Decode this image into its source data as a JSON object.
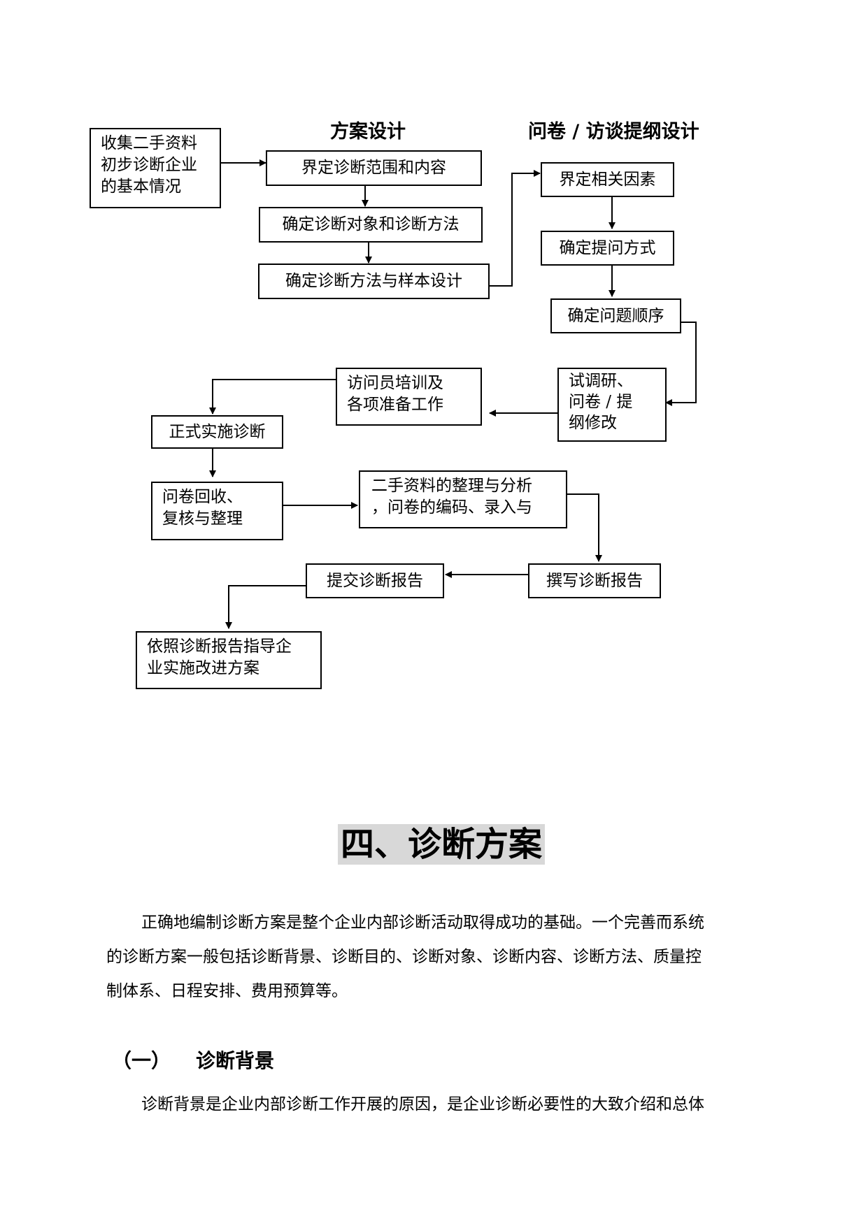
{
  "flowchart": {
    "column_titles": {
      "plan_design": "方案设计",
      "questionnaire_design": "问卷 / 访谈提纲设计"
    },
    "steps": {
      "collect": [
        "收集二手资料",
        "初步诊断企业",
        "的基本情况"
      ],
      "define_scope": "界定诊断范围和内容",
      "define_targets": "确定诊断对象和诊断方法",
      "define_methods": "确定诊断方法与样本设计",
      "define_factors": "界定相关因素",
      "question_style": "确定提问方式",
      "question_order": "确定问题顺序",
      "pilot": [
        "试调研、",
        "问卷 / 提",
        "纲修改"
      ],
      "training": [
        "访问员培训及",
        "各项准备工作"
      ],
      "implement": "正式实施诊断",
      "collect_questionnaires": [
        "问卷回收、",
        "复核与整理"
      ],
      "analysis": [
        "二手资料的整理与分析",
        "，问卷的编码、录入与"
      ],
      "write_report": "撰写诊断报告",
      "submit_report": "提交诊断报告",
      "guide": [
        "依照诊断报告指导企",
        "业实施改进方案"
      ]
    }
  },
  "section": {
    "title": "四、诊断方案",
    "intro_lines": [
      "正确地编制诊断方案是整个企业内部诊断活动取得成功的基础。一个完善而系统",
      "的诊断方案一般包括诊断背景、诊断目的、诊断对象、诊断内容、诊断方法、质量控",
      "制体系、日程安排、费用预算等。"
    ],
    "subsection": {
      "number": "（一）",
      "title": "诊断背景",
      "text": "诊断背景是企业内部诊断工作开展的原因，是企业诊断必要性的大致介绍和总体"
    }
  }
}
